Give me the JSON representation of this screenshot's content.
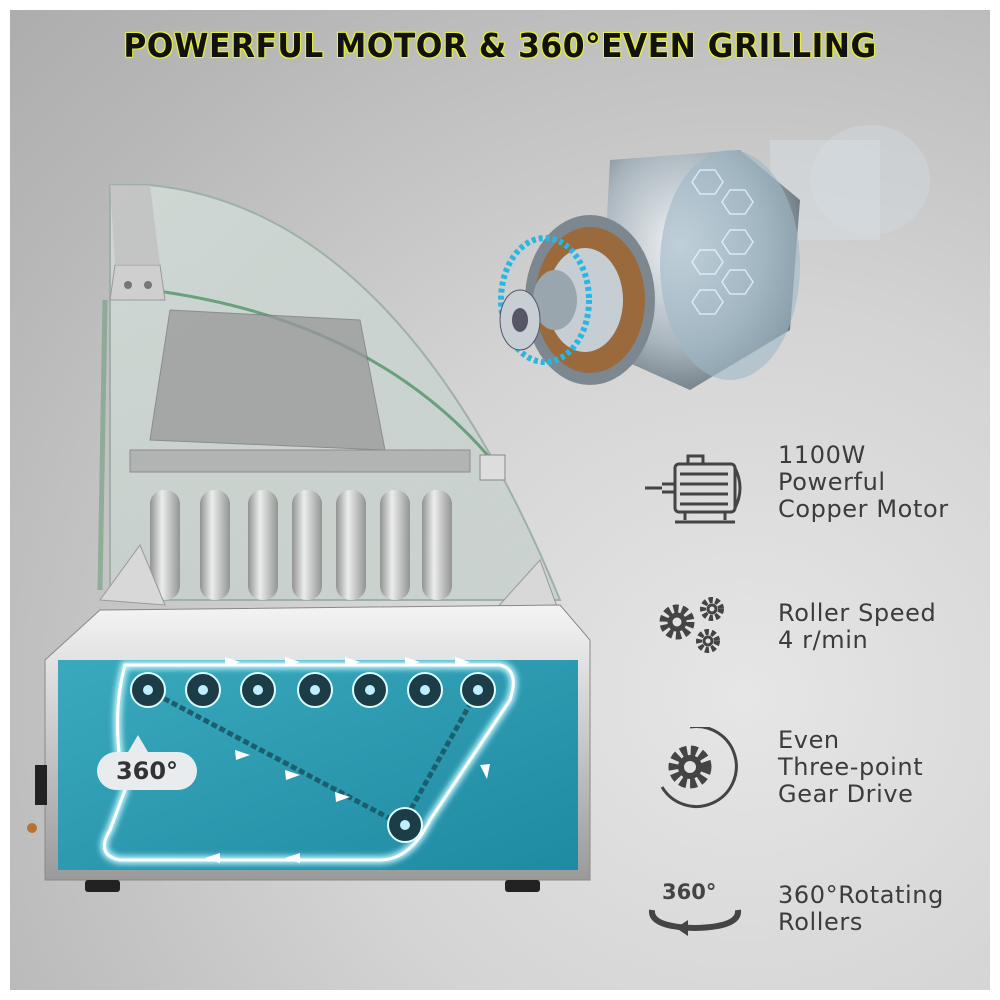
{
  "headline": "POWERFUL MOTOR & 360°EVEN GRILLING",
  "badge": "360°",
  "features": [
    {
      "icon": "electric-motor-icon",
      "lines": [
        "1100W",
        "Powerful",
        "Copper Motor"
      ]
    },
    {
      "icon": "gears-icon",
      "lines": [
        "Roller Speed",
        "4 r/min"
      ]
    },
    {
      "icon": "gear-rotation-icon",
      "lines": [
        "Even",
        "Three-point",
        "Gear Drive"
      ]
    },
    {
      "icon": "rotate-360-icon",
      "icon_text": "360°",
      "lines": [
        "360°Rotating",
        "Rollers"
      ]
    }
  ],
  "colors": {
    "accent": "#e8f03a",
    "panel_blue": "#2a9fb5",
    "glow": "#bff4ff",
    "icon_gray": "#444444"
  }
}
